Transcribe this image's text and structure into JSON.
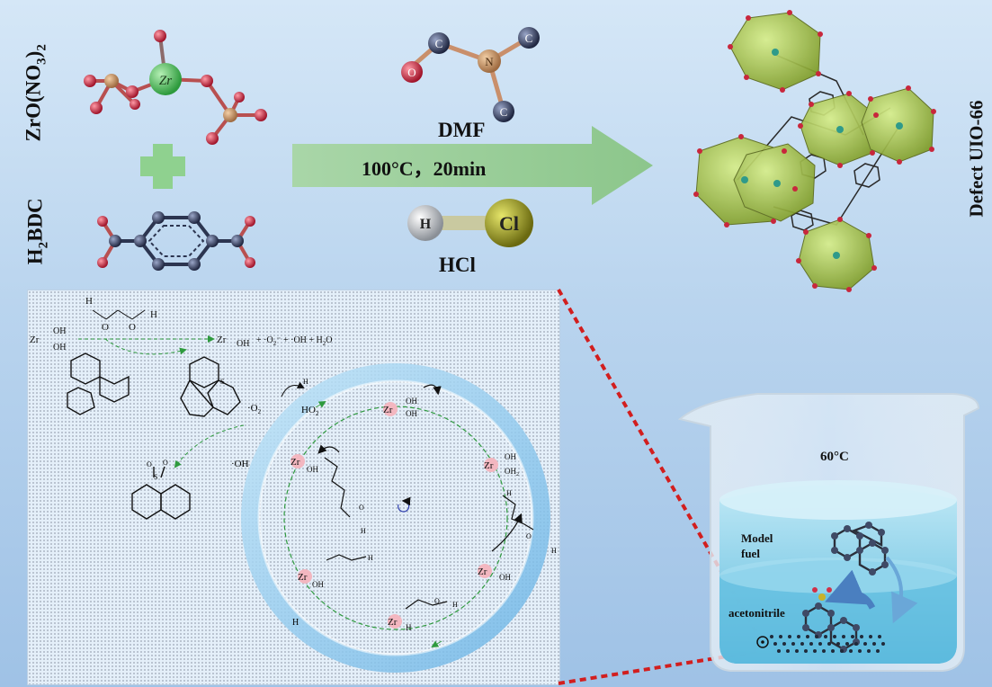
{
  "labels": {
    "zr_precursor": "ZrO(NO",
    "zr_precursor_sub": "3",
    "zr_precursor_close": ")",
    "zr_precursor_sub2": "2",
    "linker": "H",
    "linker_sub": "2",
    "linker_rest": "BDC",
    "solvent": "DMF",
    "conditions": "100°C，20min",
    "modulator": "HCl",
    "product": "Defect UIO-66",
    "temperature": "60°C",
    "model_fuel": "Model\nfuel",
    "extractant": "acetonitrile"
  },
  "atom_labels": {
    "zr": "Zr",
    "n": "N",
    "c": "C",
    "h": "H",
    "cl": "Cl",
    "o": "O",
    "s": "S"
  },
  "mechanism": {
    "zr_oh_oh": "Zr",
    "oh": "OH",
    "oh2": "OH",
    "oh2_sub": "2",
    "products_eq": "+ ·O",
    "products_eq2": "⁻ + ·OH + H",
    "products_eq3": "O",
    "o2_radical": "·O",
    "ho2": "HO",
    "oh_radical": "·OH",
    "h_label": "H",
    "o_label": "O"
  },
  "colors": {
    "arrow_green": "#9fcc9e",
    "cross_green": "#8fd18f",
    "zr_atom": "#5ec66a",
    "o_atom": "#d03048",
    "n_atom": "#c99468",
    "c_atom": "#3f4a66",
    "cl_atom": "#a6a82a",
    "down_arrow": "#5b9ad6",
    "dashed_red": "#d21e1e"
  }
}
